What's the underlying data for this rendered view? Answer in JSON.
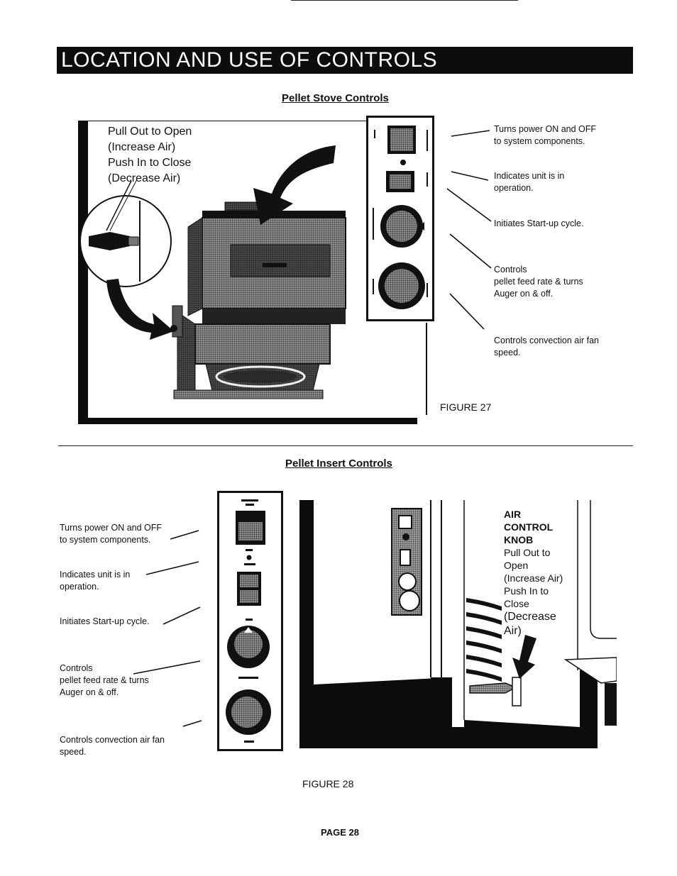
{
  "header": {
    "title": "LOCATION AND USE OF CONTROLS"
  },
  "section1": {
    "heading": "Pellet Stove Controls",
    "air_label": [
      "Pull Out to Open",
      "(Increase Air)",
      "Push In to Close",
      "(Decrease Air)"
    ],
    "callouts": [
      [
        "Turns power ON and OFF",
        "to system components."
      ],
      [
        "Indicates unit is in",
        "operation."
      ],
      [
        "Initiates Start-up cycle."
      ],
      [
        "Controls",
        "pellet feed rate & turns",
        "Auger on & off."
      ],
      [
        "Controls convection air fan",
        "speed."
      ]
    ],
    "figure_label": "FIGURE 27"
  },
  "section2": {
    "heading": "Pellet Insert Controls",
    "callouts": [
      [
        "Turns power ON and OFF",
        "to system components."
      ],
      [
        "Indicates unit is in",
        "operation."
      ],
      [
        "Initiates Start-up cycle."
      ],
      [
        "Controls",
        "pellet feed rate & turns",
        "Auger on & off."
      ],
      [
        "Controls convection air fan",
        "speed."
      ]
    ],
    "air_knob": {
      "title": [
        "AIR",
        "CONTROL",
        "KNOB"
      ],
      "body": [
        "Pull Out to",
        "Open",
        "(Increase Air)",
        "Push In to",
        "Close"
      ],
      "large": [
        "(Decrease",
        "Air)"
      ]
    },
    "figure_label": "FIGURE 28"
  },
  "footer": {
    "page": "PAGE 28"
  },
  "colors": {
    "ink": "#111111",
    "paper": "#ffffff",
    "halftone": "#6e6e6e"
  }
}
